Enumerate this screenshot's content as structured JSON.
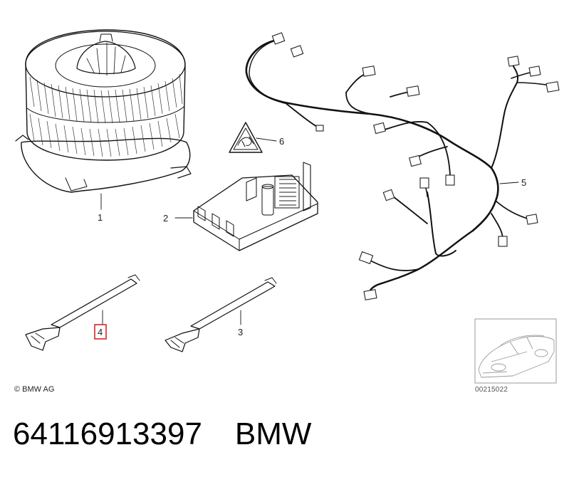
{
  "diagram": {
    "callouts": [
      {
        "id": "1",
        "label": "1"
      },
      {
        "id": "2",
        "label": "2"
      },
      {
        "id": "3",
        "label": "3"
      },
      {
        "id": "4",
        "label": "4",
        "highlighted": true
      },
      {
        "id": "5",
        "label": "5"
      },
      {
        "id": "6",
        "label": "6"
      }
    ],
    "highlight_color": "#d9252b",
    "copyright": "© BMW AG",
    "thumbnail_ref": "00215022"
  },
  "footer": {
    "part_number": "64116913397",
    "brand": "BMW"
  }
}
